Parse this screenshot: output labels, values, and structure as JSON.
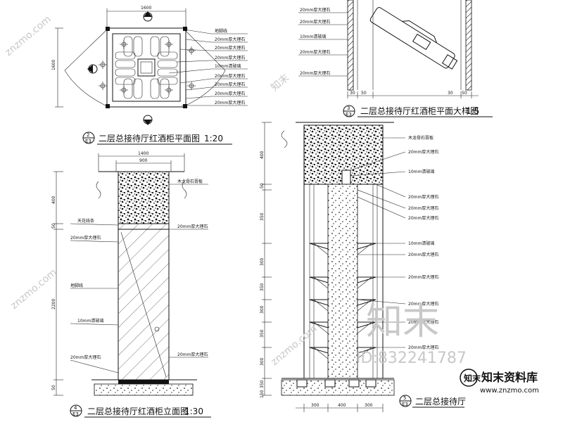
{
  "views": {
    "plan": {
      "title": "二层总接待厅红酒柜平面图",
      "scale": "1:20",
      "symbol_num": "2",
      "symbol_sheet": "E3",
      "top_dim": "1600",
      "left_dim": "1600",
      "labels": [
        "地脚线",
        "20mm厚大理石",
        "20mm厚大理石",
        "20mm厚大理石",
        "10mm清玻璃",
        "20mm厚大理石",
        "20mm厚大理石",
        "20mm厚大理石",
        "20mm厚大理石"
      ]
    },
    "detail": {
      "title": "二层总接待厅红酒柜平面大样图",
      "scale": "1:5",
      "symbol_num": "3",
      "symbol_sheet": "E3",
      "labels": [
        "20mm厚大理石",
        "20mm厚大理石",
        "10mm清玻璃",
        "20mm厚大理石",
        "20mm厚大理石"
      ],
      "dims": [
        "30",
        "50",
        "30",
        "50"
      ]
    },
    "elevation": {
      "title": "二层总接待厅红酒柜立面图",
      "scale": "1:30",
      "symbol_num": "4",
      "symbol_sheet": "E3",
      "top_dims": [
        "1400",
        "900"
      ],
      "left_dims": [
        "400",
        "50",
        "2200",
        "50"
      ],
      "labels": [
        "木龙骨石膏板",
        "天花线条",
        "20mm厚大理石",
        "20mm厚大理石",
        "地脚线",
        "10mm清玻璃",
        "20mm厚大理石",
        "20mm厚大理石"
      ]
    },
    "section": {
      "title": "二层总接待厅",
      "symbol_num": "5",
      "symbol_sheet": "E3",
      "left_dims": [
        "400",
        "50",
        "350",
        "300",
        "350",
        "300",
        "350",
        "300",
        "350",
        "150"
      ],
      "bottom_dims": [
        "300",
        "400",
        "300"
      ],
      "labels": [
        "木龙骨石膏板",
        "20mm厚大理石",
        "10mm清玻璃",
        "20mm厚大理石",
        "20mm厚大理石",
        "20mm厚大理石",
        "10mm清玻璃",
        "20mm厚大理石",
        "20mm厚大理石",
        "20mm厚大理石",
        "20mm厚大理石",
        "20mm厚大理石"
      ]
    }
  },
  "watermark": {
    "brand": "知末",
    "id": "ID:832241787",
    "site_name": "知末资料库",
    "site_url": "www.znzmo.com",
    "diag": "znzmo.com"
  }
}
